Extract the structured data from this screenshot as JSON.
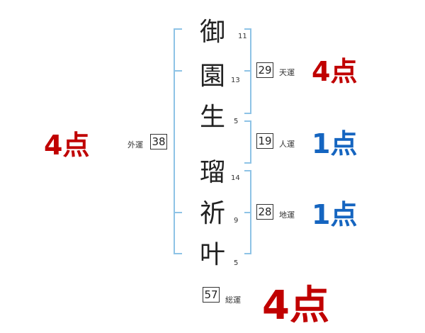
{
  "characters": [
    {
      "char": "御",
      "strokes": "11"
    },
    {
      "char": "園",
      "strokes": "13"
    },
    {
      "char": "生",
      "strokes": "5"
    },
    {
      "char": "瑠",
      "strokes": "14"
    },
    {
      "char": "祈",
      "strokes": "9"
    },
    {
      "char": "叶",
      "strokes": "5"
    }
  ],
  "fortunes": {
    "tenun": {
      "label": "天運",
      "value": "29",
      "score": "4点",
      "color": "#c00000"
    },
    "jinun": {
      "label": "人運",
      "value": "19",
      "score": "1点",
      "color": "#1565c0"
    },
    "chiun": {
      "label": "地運",
      "value": "28",
      "score": "1点",
      "color": "#1565c0"
    },
    "gaiun": {
      "label": "外運",
      "value": "38",
      "score": "4点",
      "color": "#c00000"
    },
    "soun": {
      "label": "総運",
      "value": "57",
      "score": "4点",
      "color": "#c00000"
    }
  }
}
